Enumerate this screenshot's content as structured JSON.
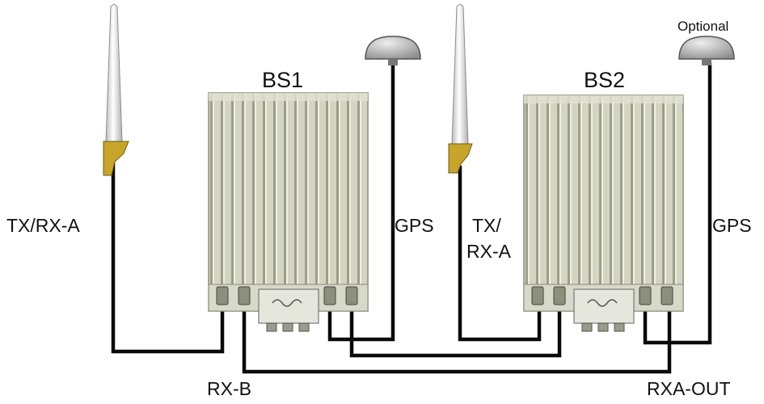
{
  "units": {
    "bs1": {
      "label": "BS1"
    },
    "bs2": {
      "label": "BS2"
    }
  },
  "labels": {
    "left_antenna": "TX/RX-A",
    "bs1_gps": "GPS",
    "bs2_antenna_line1": "TX/",
    "bs2_antenna_line2": "RX-A",
    "bs2_gps": "GPS",
    "optional": "Optional",
    "rx_b": "RX-B",
    "rxa_out": "RXA-OUT"
  },
  "colors": {
    "cable": "#0a0a0a",
    "chassis": "#c9cbb4",
    "fin_dark": "#8e907a",
    "fin_light": "#e4e5d5",
    "antenna_base": "#c9a830",
    "dome": "#a8a8a8"
  }
}
